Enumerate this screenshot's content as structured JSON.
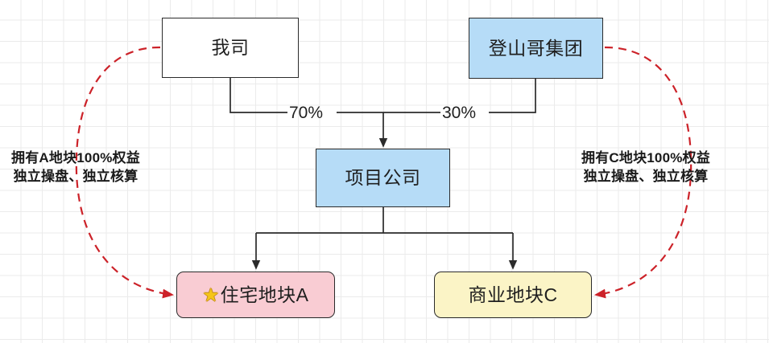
{
  "diagram": {
    "type": "org-equity-structure",
    "background": {
      "grid": true,
      "grid_color": "#ebebeb",
      "canvas_color": "#ffffff"
    },
    "nodes": [
      {
        "id": "our-company",
        "label": "我司",
        "fill": "#ffffff",
        "stroke": "#2b2b2b",
        "shape": "rect"
      },
      {
        "id": "group",
        "label": "登山哥集团",
        "fill": "#b6dcf7",
        "stroke": "#2b2b2b",
        "shape": "rect"
      },
      {
        "id": "project-company",
        "label": "项目公司",
        "fill": "#b6dcf7",
        "stroke": "#2b2b2b",
        "shape": "rect"
      },
      {
        "id": "plot-a",
        "icon": "star-icon",
        "star": "★",
        "label": "住宅地块A",
        "fill": "#f9ccd3",
        "stroke": "#2b2b2b",
        "shape": "rounded-rect"
      },
      {
        "id": "plot-c",
        "label": "商业地块C",
        "fill": "#fbf4c6",
        "stroke": "#2b2b2b",
        "shape": "rounded-rect"
      }
    ],
    "edges": [
      {
        "from": "our-company",
        "to": "project-company",
        "label": "70%",
        "style": "solid",
        "color": "#2b2b2b"
      },
      {
        "from": "group",
        "to": "project-company",
        "label": "30%",
        "style": "solid",
        "color": "#2b2b2b"
      },
      {
        "from": "project-company",
        "to": "plot-a",
        "label": "",
        "style": "solid",
        "color": "#2b2b2b"
      },
      {
        "from": "project-company",
        "to": "plot-c",
        "label": "",
        "style": "solid",
        "color": "#2b2b2b"
      },
      {
        "from": "our-company",
        "to": "plot-a",
        "label": "",
        "style": "dashed",
        "color": "#cc2229"
      },
      {
        "from": "group",
        "to": "plot-c",
        "label": "",
        "style": "dashed",
        "color": "#cc2229"
      }
    ],
    "annotations": [
      {
        "id": "annotation-left",
        "line1": "拥有A地块100%权益",
        "line2": "独立操盘、独立核算",
        "color": "#1a1a1a"
      },
      {
        "id": "annotation-right",
        "line1": "拥有C地块100%权益",
        "line2": "独立操盘、独立核算",
        "color": "#1a1a1a"
      }
    ]
  }
}
